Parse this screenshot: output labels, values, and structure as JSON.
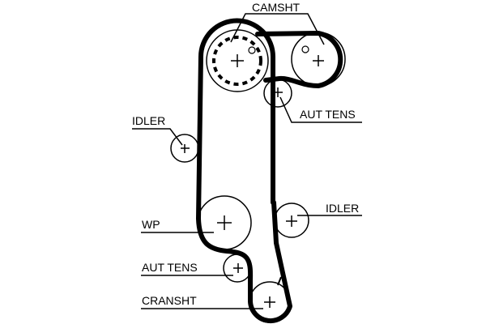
{
  "labels": {
    "camshaft": "CAMSHT",
    "tensioner_top": "AUT TENS",
    "idler_left": "IDLER",
    "idler_right": "IDLER",
    "water_pump": "WP",
    "tensioner_bottom": "AUT TENS",
    "crankshaft": "CRANSHT"
  }
}
